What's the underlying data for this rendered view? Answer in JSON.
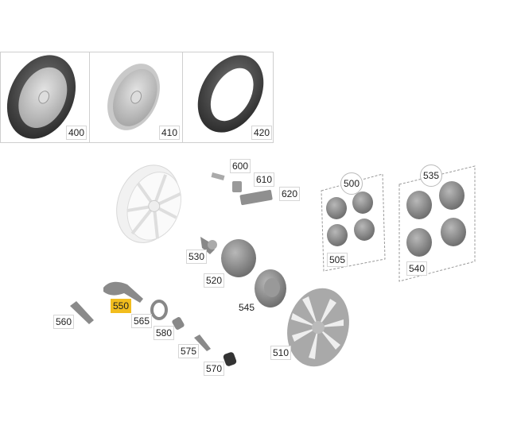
{
  "diagram": {
    "highlight_color": "#f2bd1d",
    "highlighted_part": "550",
    "top_panels": [
      {
        "part": "400",
        "icon": "complete-spare-wheel"
      },
      {
        "part": "410",
        "icon": "steel-rim"
      },
      {
        "part": "420",
        "icon": "tire"
      }
    ],
    "callouts": {
      "p600": "600",
      "p610": "610",
      "p620": "620",
      "p530": "530",
      "p520": "520",
      "p545": "545",
      "p550": "550",
      "p560": "560",
      "p565": "565",
      "p580": "580",
      "p575": "575",
      "p570": "570",
      "p510": "510",
      "p505": "505",
      "p540": "540",
      "p500": "500",
      "p535": "535"
    }
  }
}
